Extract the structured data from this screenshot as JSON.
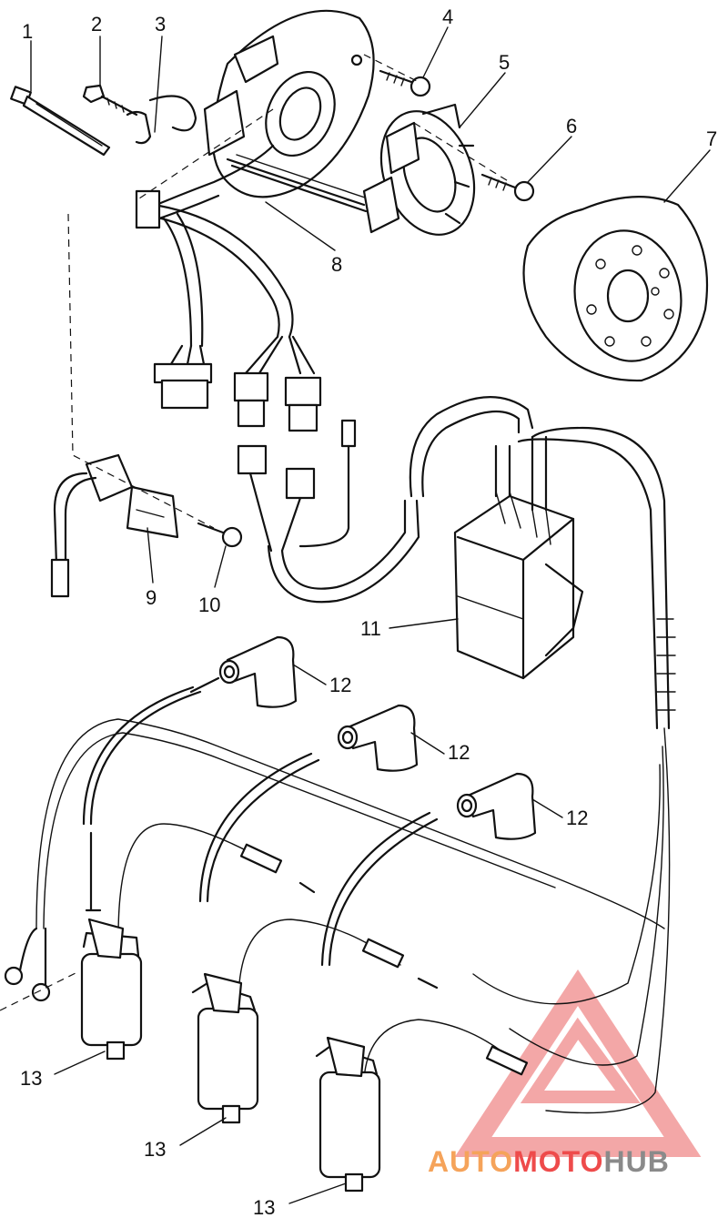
{
  "callouts": {
    "c1": "1",
    "c2": "2",
    "c3": "3",
    "c4": "4",
    "c5": "5",
    "c6": "6",
    "c7": "7",
    "c8": "8",
    "c9": "9",
    "c10": "10",
    "c11": "11",
    "c12a": "12",
    "c12b": "12",
    "c12c": "12",
    "c13a": "13",
    "c13b": "13",
    "c13c": "13"
  },
  "watermark": {
    "text_part1": "AUTO",
    "text_part2": "MOTO",
    "text_part3": "HUB",
    "color_auto": "#f5a35a",
    "color_moto": "#ee4b4b",
    "color_hub": "#8a8a8a",
    "triangle_color": "#f08a8a"
  }
}
